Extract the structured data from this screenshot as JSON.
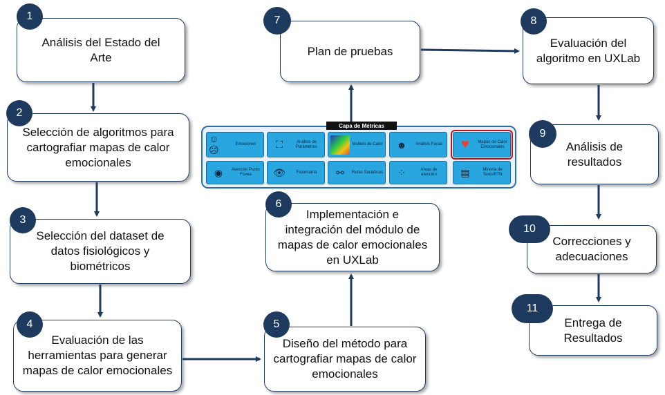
{
  "steps": [
    {
      "num": "1",
      "text": "Análisis del Estado del Arte"
    },
    {
      "num": "2",
      "text": "Selección de algoritmos para cartografiar mapas de calor emocionales"
    },
    {
      "num": "3",
      "text": "Selección del dataset de datos fisiológicos y biométricos"
    },
    {
      "num": "4",
      "text": "Evaluación de las herramientas para generar mapas de calor emocionales"
    },
    {
      "num": "5",
      "text": "Diseño del método para cartografiar mapas de calor emocionales"
    },
    {
      "num": "6",
      "text": "Implementación e integración del módulo de mapas de calor emocionales en UXLab"
    },
    {
      "num": "7",
      "text": "Plan de pruebas"
    },
    {
      "num": "8",
      "text": "Evaluación del algoritmo en UXLab"
    },
    {
      "num": "9",
      "text": "Análisis de resultados"
    },
    {
      "num": "10",
      "text": "Correcciones y adecuaciones"
    },
    {
      "num": "11",
      "text": "Entrega de Resultados"
    }
  ],
  "metrics": {
    "title": "Capa de Métricas",
    "tiles": [
      {
        "label": "Emociones",
        "icon": "emoji-faces-icon"
      },
      {
        "label": "Análisis de Parámetros",
        "icon": "face-scan-icon"
      },
      {
        "label": "Modelo de Calor",
        "icon": "heatmap-icon"
      },
      {
        "label": "Análisis Facial",
        "icon": "face-analysis-icon"
      },
      {
        "label": "Mapas de Calor Emocionales",
        "icon": "heart-heatmap-icon"
      },
      {
        "label": "Atención Punto Fovea",
        "icon": "brain-icon"
      },
      {
        "label": "Fisiomatría",
        "icon": "eye-icon"
      },
      {
        "label": "Rutas Sacádicas",
        "icon": "network-icon"
      },
      {
        "label": "Áreas de atención",
        "icon": "nodes-icon"
      },
      {
        "label": "Minería de Texto/RTN",
        "icon": "text-mining-icon"
      }
    ]
  },
  "colors": {
    "badge": "#1f3a5f",
    "arrow": "#1f3a5f",
    "tile": "#29a6e0",
    "highlight": "#c0111b"
  }
}
